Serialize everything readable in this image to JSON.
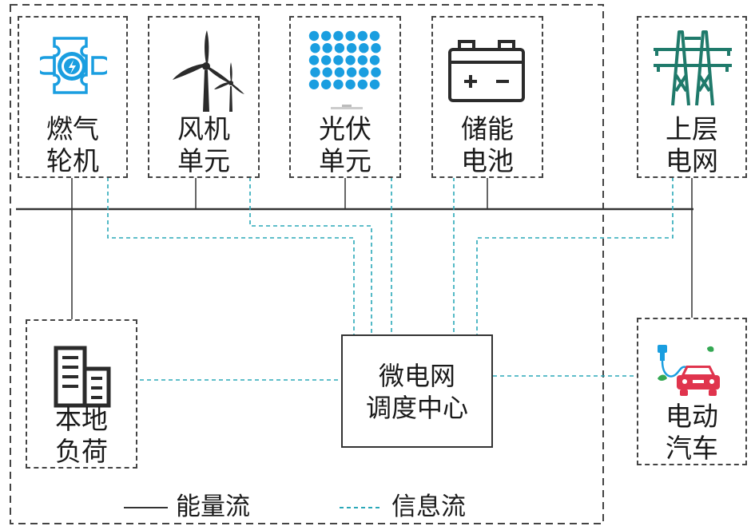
{
  "nodes": {
    "gas_turbine": {
      "line1": "燃气",
      "line2": "轮机",
      "icon": "gas-turbine-icon"
    },
    "wind": {
      "line1": "风机",
      "line2": "单元",
      "icon": "wind-turbine-icon"
    },
    "pv": {
      "line1": "光伏",
      "line2": "单元",
      "icon": "solar-panel-icon"
    },
    "storage": {
      "line1": "储能",
      "line2": "电池",
      "icon": "battery-icon"
    },
    "grid": {
      "line1": "上层",
      "line2": "电网",
      "icon": "transmission-tower-icon"
    },
    "load": {
      "line1": "本地",
      "line2": "负荷",
      "icon": "building-icon"
    },
    "ev": {
      "line1": "电动",
      "line2": "汽车",
      "icon": "ev-charging-icon"
    },
    "center": {
      "line1": "微电网",
      "line2": "调度中心"
    }
  },
  "legend": {
    "energy_label": "能量流",
    "info_label": "信息流"
  },
  "colors": {
    "energy_line": "#333333",
    "info_line": "#2aa8b8",
    "icon_blue": "#1a9ee0",
    "icon_green": "#1f7a6b",
    "icon_dark": "#2b2b2b",
    "ev_red": "#e0344d"
  }
}
